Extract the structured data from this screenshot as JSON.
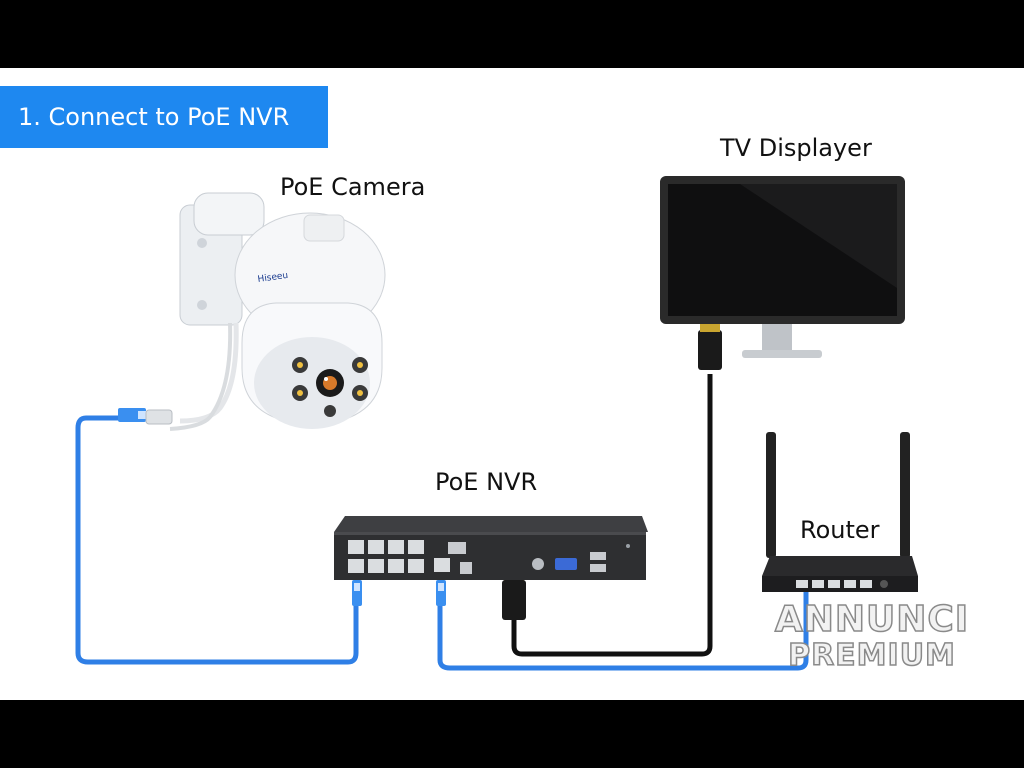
{
  "banner": {
    "title": "1. Connect to PoE NVR"
  },
  "labels": {
    "camera": "PoE Camera",
    "tv": "TV Displayer",
    "nvr": "PoE NVR",
    "router": "Router"
  },
  "camera_brand": "Hiseeu",
  "watermark": {
    "line1": "ANNUNCI",
    "line2": "PREMIUM"
  },
  "colors": {
    "banner": "#1e88f0",
    "network_cable": "#2f7fe6",
    "hdmi_cable": "#111111",
    "frame": "#000000"
  }
}
